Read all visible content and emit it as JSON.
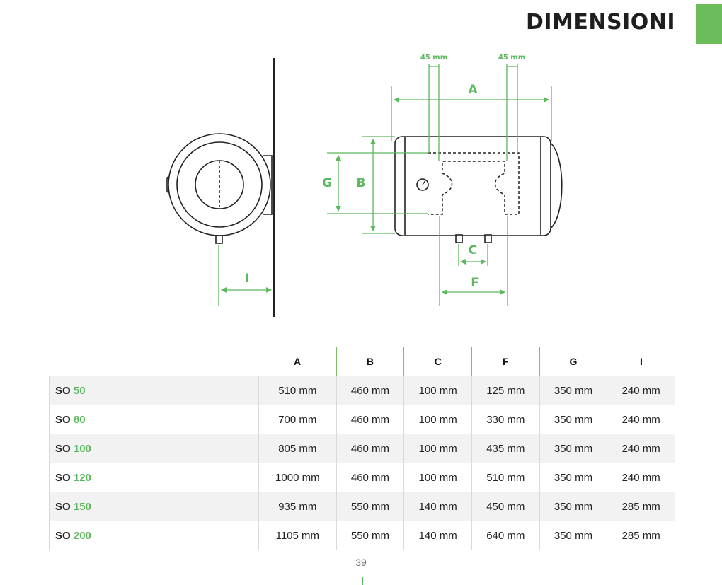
{
  "page": {
    "title": "DIMENSIONI",
    "page_number": "39",
    "colors": {
      "accent": "#6cbc5c",
      "dimension": "#5cb85c",
      "line": "#222222"
    }
  },
  "diagram": {
    "labels": {
      "a": "A",
      "b": "B",
      "c": "C",
      "f": "F",
      "g": "G",
      "i": "I",
      "gap_left": "45 mm",
      "gap_right": "45 mm"
    }
  },
  "table": {
    "headers": [
      "A",
      "B",
      "C",
      "F",
      "G",
      "I"
    ],
    "rows": [
      {
        "prefix": "SO",
        "num": "50",
        "values": [
          "510 mm",
          "460 mm",
          "100 mm",
          "125 mm",
          "350 mm",
          "240 mm"
        ]
      },
      {
        "prefix": "SO",
        "num": "80",
        "values": [
          "700 mm",
          "460 mm",
          "100 mm",
          "330 mm",
          "350 mm",
          "240 mm"
        ]
      },
      {
        "prefix": "SO",
        "num": "100",
        "values": [
          "805 mm",
          "460 mm",
          "100 mm",
          "435 mm",
          "350 mm",
          "240 mm"
        ]
      },
      {
        "prefix": "SO",
        "num": "120",
        "values": [
          "1000 mm",
          "460 mm",
          "100 mm",
          "510 mm",
          "350 mm",
          "240 mm"
        ]
      },
      {
        "prefix": "SO",
        "num": "150",
        "values": [
          "935 mm",
          "550 mm",
          "140 mm",
          "450 mm",
          "350 mm",
          "285 mm"
        ]
      },
      {
        "prefix": "SO",
        "num": "200",
        "values": [
          "1105 mm",
          "550 mm",
          "140 mm",
          "640 mm",
          "350 mm",
          "285 mm"
        ]
      }
    ]
  }
}
